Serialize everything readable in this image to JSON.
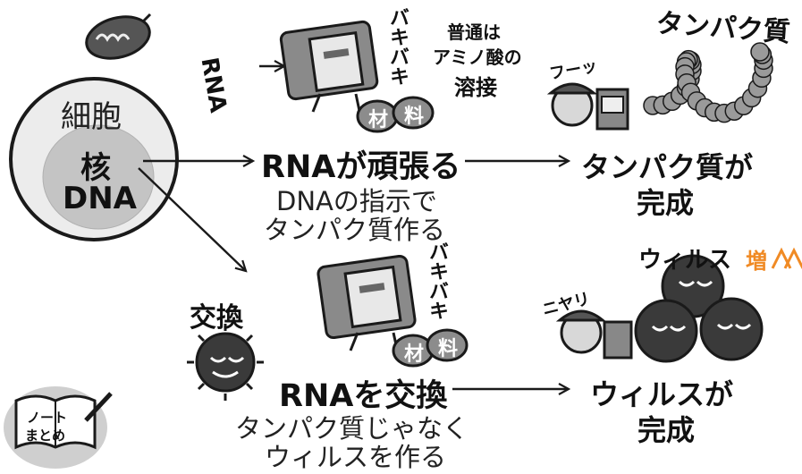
{
  "cell": {
    "label": "細胞",
    "nucleus_label": "核",
    "dna_label": "DNA"
  },
  "top_flow": {
    "step_title": "RNAが頑張る",
    "step_desc_line1": "DNAの指示で",
    "step_desc_line2": "タンパク質作る",
    "result_line1": "タンパク質が",
    "result_line2": "完成"
  },
  "bottom_flow": {
    "step_title": "RNAを交換",
    "step_desc_line1": "タンパク質じゃなく",
    "step_desc_line2": "ウィルスを作る",
    "result_line1": "ウィルスが",
    "result_line2": "完成"
  },
  "annotations": {
    "rna_tag": "RNA",
    "effort_sfx_top": "バキバキ",
    "effort_sfx_bottom": "バキバキ",
    "material_label_1": "材",
    "material_label_2": "料",
    "usual_note_line1": "普通は",
    "usual_note_line2": "アミノ酸の",
    "usual_note_line3": "溶接",
    "sigh_sfx": "フーッ",
    "protein_heading": "タンパク質",
    "swap_label": "交換",
    "grin_sfx": "ニヤリ",
    "virus_heading": "ウィルス",
    "increase_label": "増"
  },
  "note_book_label_line1": "ノート",
  "note_book_label_line2": "まとめ",
  "colors": {
    "cell_fill": "#ececec",
    "nucleus_fill": "#c4c4c4",
    "ink": "#1a1a1a",
    "virus_dark": "#3a3a3a",
    "accent_orange": "#f08a24"
  }
}
